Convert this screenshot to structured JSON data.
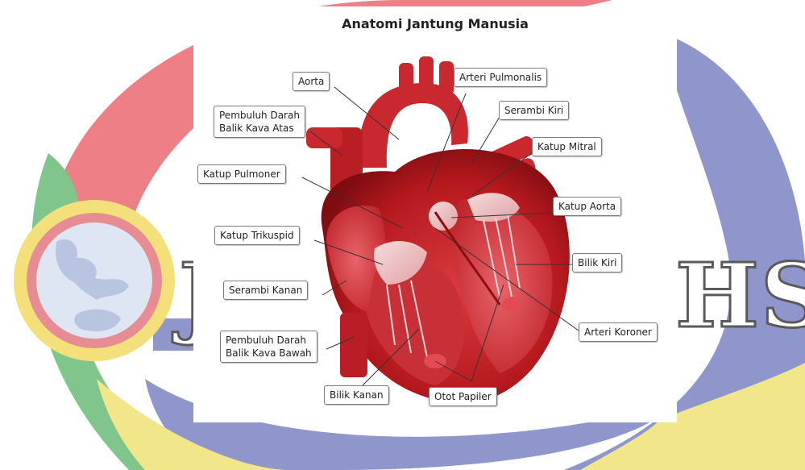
{
  "diagram": {
    "title": "Anatomi Jantung Manusia",
    "labels": {
      "aorta": "Aorta",
      "arteri_pulmonalis": "Arteri Pulmonalis",
      "pembuluh_atas": "Pembuluh Darah\nBalik Kava Atas",
      "serambi_kiri": "Serambi Kiri",
      "katup_mitral": "Katup Mitral",
      "katup_pulmoner": "Katup Pulmoner",
      "katup_aorta": "Katup Aorta",
      "katup_trikuspid": "Katup Trikuspid",
      "bilik_kiri": "Bilik Kiri",
      "serambi_kanan": "Serambi Kanan",
      "arteri_koroner": "Arteri Koroner",
      "pembuluh_bawah": "Pembuluh Darah\nBalik Kava Bawah",
      "bilik_kanan": "Bilik Kanan",
      "otot_papiler": "Otot Papiler"
    }
  },
  "background": {
    "colors": {
      "red": "#ee7f86",
      "blue": "#8e96cc",
      "green": "#7fc58c",
      "yellow": "#f2e68a",
      "globe_ring_outer": "#f3e07a",
      "globe_ring_inner": "#e88c93",
      "globe_fill": "#dfe6f3"
    },
    "logo_letters_left": "J",
    "logo_letters_right": "HS"
  }
}
